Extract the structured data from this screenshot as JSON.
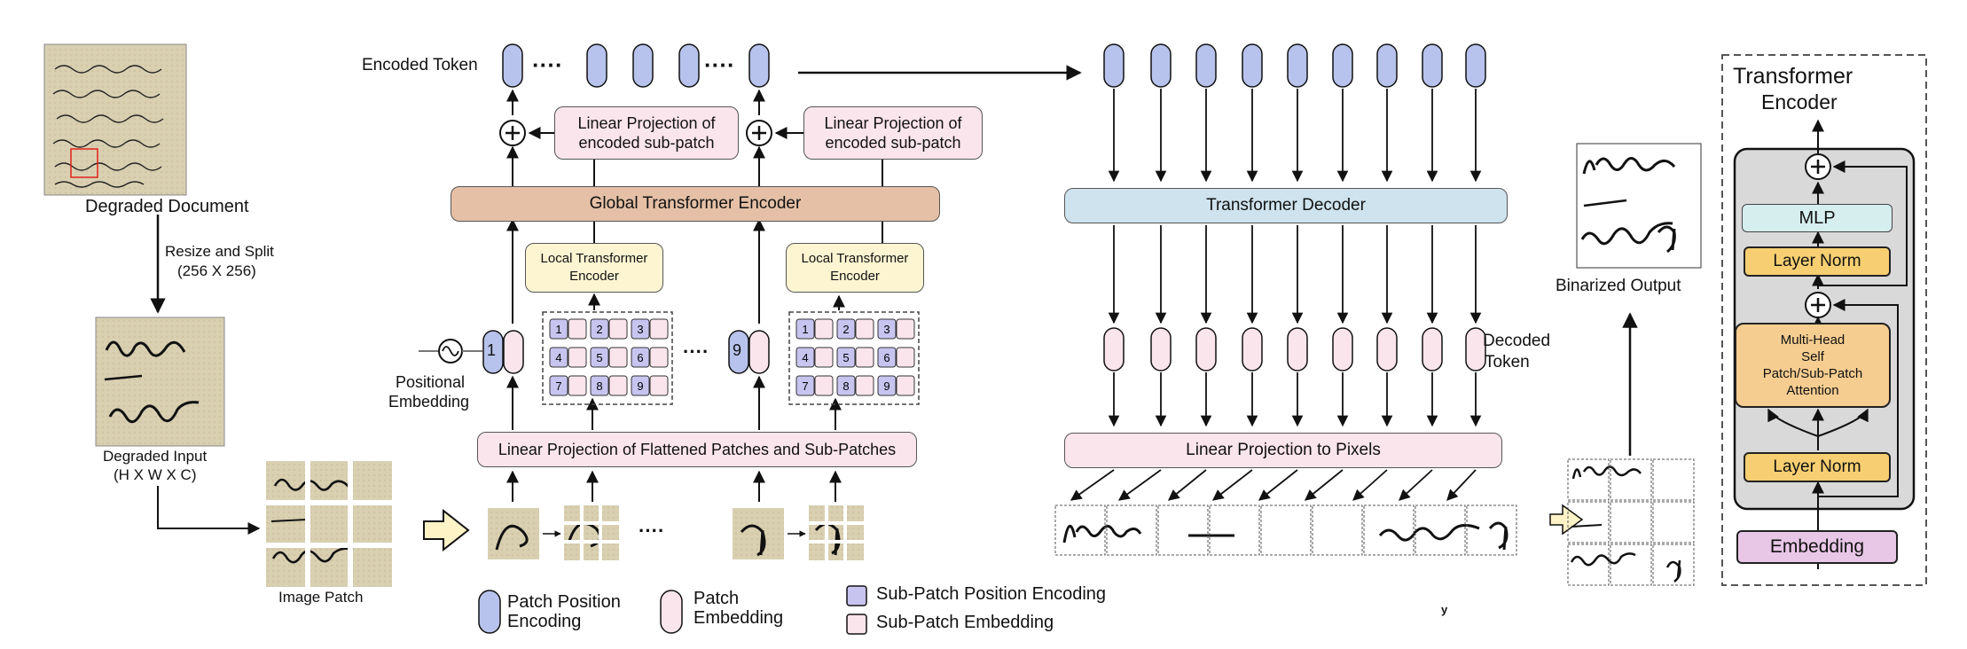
{
  "left": {
    "degraded_document_label": "Degraded Document",
    "resize_label_1": "Resize and Split",
    "resize_label_2": "(256 X 256)",
    "degraded_input_label_1": "Degraded Input",
    "degraded_input_label_2": "(H X W X C)",
    "image_patch_label": "Image Patch"
  },
  "encoder": {
    "encoded_token_label": "Encoded Token",
    "dots": "····",
    "linear_proj_subpatch_1": "Linear Projection of",
    "linear_proj_subpatch_2": "encoded sub-patch",
    "global_encoder_label": "Global Transformer Encoder",
    "local_encoder_1": "Local Transformer",
    "local_encoder_2": "Encoder",
    "positional_1": "Positional",
    "positional_2": "Embedding",
    "patch_ids": [
      "1",
      "9"
    ],
    "subpatch_numbers": [
      "1",
      "2",
      "3",
      "4",
      "5",
      "6",
      "7",
      "8",
      "9"
    ],
    "flatten_label": "Linear Projection of Flattened Patches and Sub-Patches"
  },
  "decoder": {
    "decoder_label": "Transformer Decoder",
    "decoded_token_1": "Decoded",
    "decoded_token_2": "Token",
    "linear_pixels_label": "Linear Projection to Pixels",
    "binarized_output_label": "Binarized Output",
    "stray_mark": "y"
  },
  "legend": {
    "patch_position_1": "Patch Position",
    "patch_position_2": "Encoding",
    "patch_embedding_1": "Patch",
    "patch_embedding_2": "Embedding",
    "subpatch_position": "Sub-Patch Position Encoding",
    "subpatch_embedding": "Sub-Patch Embedding"
  },
  "transformer_block": {
    "title_1": "Transformer",
    "title_2": "Encoder",
    "mlp": "MLP",
    "layer_norm": "Layer Norm",
    "attention_1": "Multi-Head",
    "attention_2": "Self",
    "attention_3": "Patch/Sub-Patch",
    "attention_4": "Attention",
    "embedding": "Embedding",
    "plus_sign": "+"
  },
  "colors": {
    "patch_position": "#b7c3ec",
    "patch_embedding": "#fbe5ec",
    "subpatch_position": "#c8c4f0",
    "global_encoder": "#e5c0a6",
    "local_encoder": "#fdf5d2",
    "decoder": "#cfe3ee",
    "mlp": "#d6efee",
    "layer_norm": "#f7cf72",
    "attention": "#f6cd91",
    "embedding_box": "#e8c6e6",
    "block_bg": "#d9d9d9",
    "parchment": "#d9cfb1"
  }
}
